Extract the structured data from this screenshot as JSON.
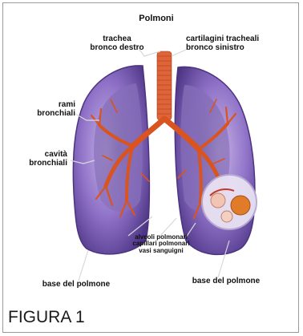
{
  "diagram": {
    "title": "Polmoni",
    "labels": {
      "trachea_left": "trachea\nbronco destro",
      "trachea_right": "cartilagini tracheali\nbronco sinistro",
      "segmental_bronchi": "rami\nbronchiali",
      "cavity": "cavità\nbronchiali",
      "middle": "alveoli polmonari\ncapillari polmonari\nvasi sanguigni",
      "base_left": "base del polmone",
      "base_right": "base del polmone"
    }
  },
  "caption": "FIGURA 1",
  "colors": {
    "lung_fill": "#8a6bc2",
    "lung_dark": "#5b3f93",
    "bronchi": "#d9541e",
    "trachea": "#e0643a",
    "frame_border": "#9a9a9a"
  }
}
